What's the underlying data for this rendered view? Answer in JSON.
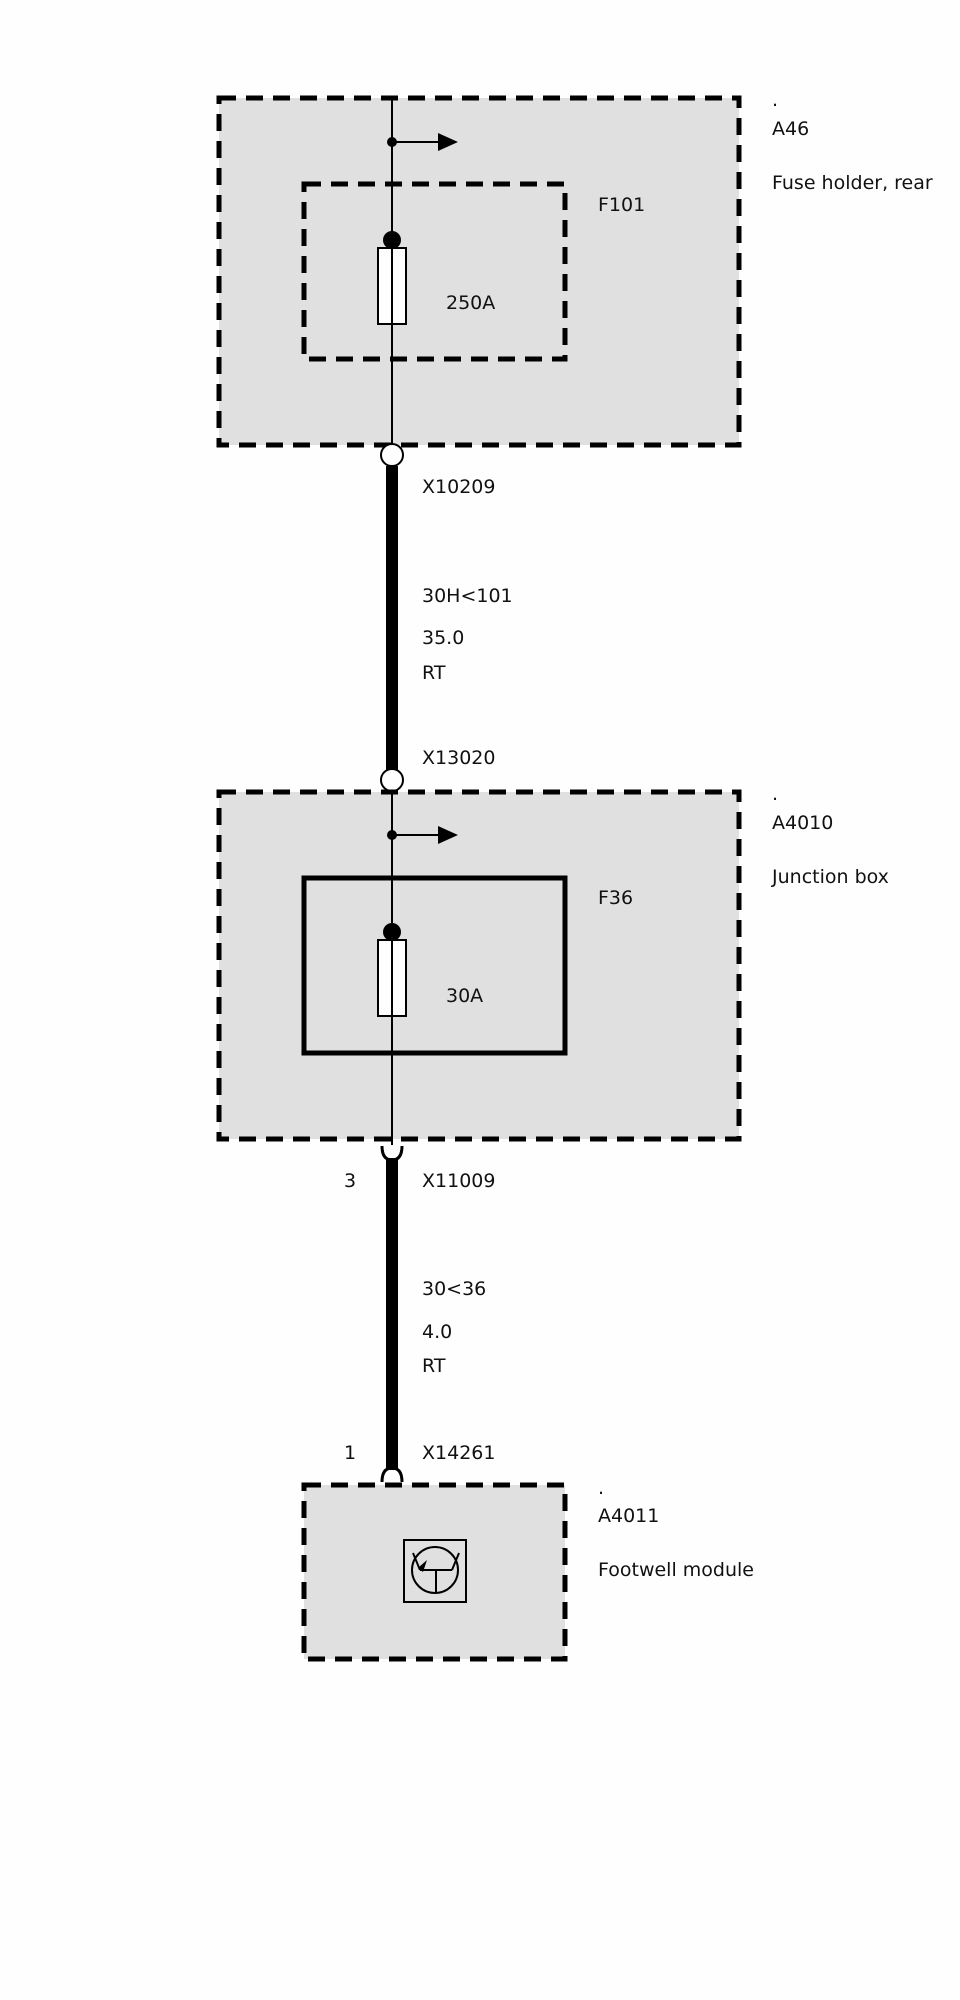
{
  "component_a46": {
    "dot": ".",
    "id": "A46",
    "name": "Fuse holder, rear"
  },
  "fuse_f101": {
    "id": "F101",
    "rating": "250A"
  },
  "connector_x10209": {
    "id": "X10209"
  },
  "wire_1": {
    "circuit": "30H<101",
    "gauge": "35.0",
    "color": "RT"
  },
  "connector_x13020": {
    "id": "X13020"
  },
  "component_a4010": {
    "dot": ".",
    "id": "A4010",
    "name": "Junction box"
  },
  "fuse_f36": {
    "id": "F36",
    "rating": "30A"
  },
  "connector_x11009": {
    "id": "X11009",
    "pin": "3"
  },
  "wire_2": {
    "circuit": "30<36",
    "gauge": "4.0",
    "color": "RT"
  },
  "connector_x14261": {
    "id": "X14261",
    "pin": "1"
  },
  "component_a4011": {
    "dot": ".",
    "id": "A4011",
    "name": "Footwell module"
  },
  "colors": {
    "box_fill": "#e0e0e0",
    "line": "#000000",
    "background": "#fefefe"
  }
}
